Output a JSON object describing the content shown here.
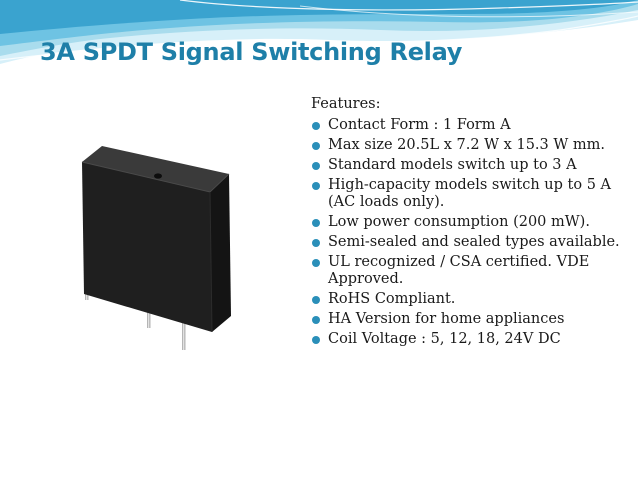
{
  "slide": {
    "title": "3A SPDT Signal Switching Relay",
    "features_label": "Features:",
    "features": [
      "Contact Form : 1 Form A",
      "Max size 20.5L x 7.2 W x 15.3 W mm.",
      "Standard models switch up to 3 A",
      "High-capacity models switch up to 5 A (AC loads only).",
      "Low power consumption (200 mW).",
      "Semi-sealed and sealed types available.",
      "UL recognized / CSA certified. VDE Approved.",
      "RoHS Compliant.",
      "HA Version for home appliances",
      "Coil Voltage : 5, 12, 18, 24V DC"
    ]
  },
  "colors": {
    "title": "#1e7fa8",
    "bullet": "#2a8fb9",
    "wave_light": "#bfe6f4",
    "wave_mid": "#7fcbe6",
    "wave_dark": "#3aa3cf"
  }
}
